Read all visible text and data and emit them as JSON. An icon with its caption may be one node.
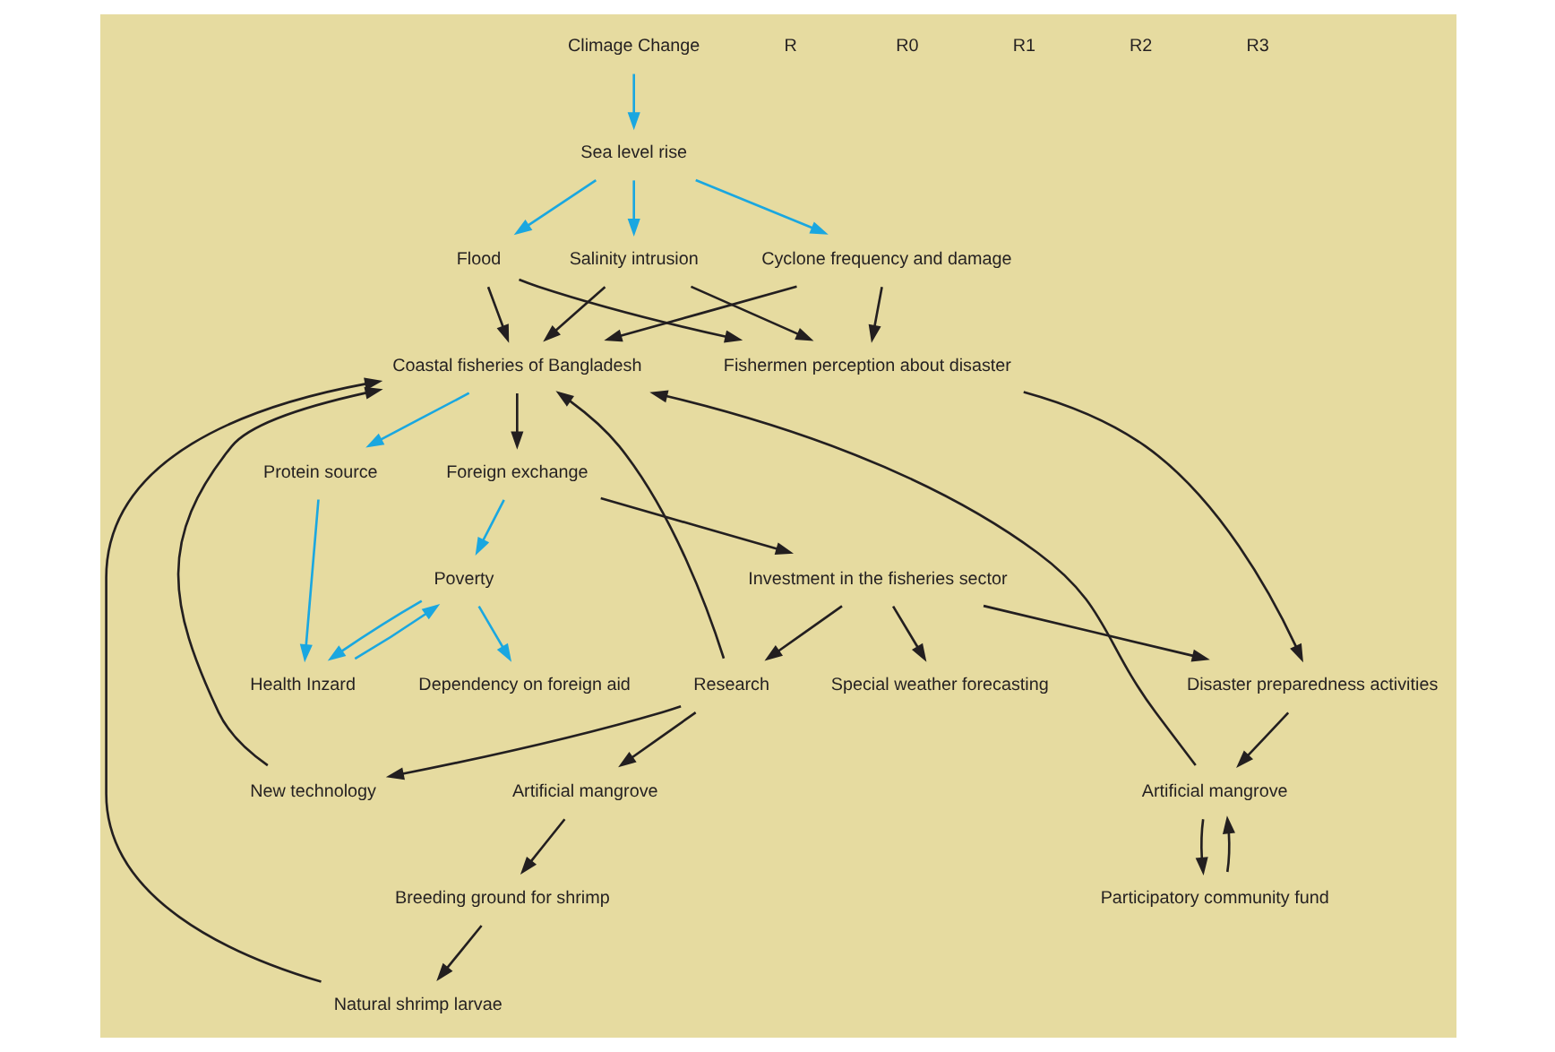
{
  "diagram": {
    "nodes": [
      {
        "text": [
          "Dependency on foreign aid"
        ]
      },
      {
        "text": [
          "Poverty"
        ]
      },
      {
        "text": [
          "Health Inzard"
        ]
      },
      {
        "text": [
          "Foreign exchange"
        ]
      },
      {
        "text": [
          "Protein source"
        ]
      },
      {
        "text": [
          "Climage Change"
        ]
      },
      {
        "text": [
          "Sea level rise"
        ]
      },
      {
        "text": [
          "Cyclone frequency and damage"
        ]
      },
      {
        "text": [
          "Flood"
        ]
      },
      {
        "text": [
          "Salinity intrusion"
        ]
      },
      {
        "text": [
          "Coastal fisheries of Bangladesh"
        ]
      },
      {
        "text": [
          "Natural shrimp larvae"
        ]
      },
      {
        "text": [
          "Participatory community fund"
        ]
      },
      {
        "text": [
          "New technology"
        ]
      },
      {
        "text": [
          "Breeding ground for shrimp"
        ]
      },
      {
        "text": [
          "Investment in the fisheries sector"
        ]
      },
      {
        "text": [
          "Artificial mangrove"
        ]
      },
      {
        "text": [
          "Artificial mangrove"
        ]
      },
      {
        "text": [
          "Fishermen perception about disaster"
        ]
      },
      {
        "text": [
          "Research"
        ]
      },
      {
        "text": [
          "Special weather forecasting"
        ]
      },
      {
        "text": [
          "Disaster preparedness activities"
        ]
      }
    ],
    "edges": [
      {
        "from": 1,
        "to": 0,
        "arrow": "to",
        "color": "#1aa7e0"
      },
      {
        "from": 1,
        "to": 2,
        "arrow": "to",
        "color": "#1aa7e0"
      },
      {
        "from": 2,
        "to": 1,
        "arrow": "to",
        "color": "#1aa7e0"
      },
      {
        "from": 3,
        "to": 1,
        "arrow": "to",
        "color": "#1aa7e0"
      },
      {
        "from": 4,
        "to": 2,
        "arrow": "to",
        "color": "#1aa7e0"
      },
      {
        "from": 10,
        "to": 4,
        "arrow": "to",
        "color": "#1aa7e0"
      },
      {
        "from": 5,
        "to": 6,
        "arrow": "to",
        "color": "#1aa7e0"
      },
      {
        "from": 6,
        "to": 7,
        "arrow": "to",
        "color": "#1aa7e0"
      },
      {
        "from": 6,
        "to": 8,
        "arrow": "to",
        "color": "#1aa7e0"
      },
      {
        "from": 6,
        "to": 9,
        "arrow": "to",
        "color": "#1aa7e0"
      },
      {
        "from": 10,
        "to": 3,
        "arrow": "to"
      },
      {
        "from": 3,
        "to": 15,
        "arrow": "to"
      },
      {
        "from": 7,
        "to": 10,
        "arrow": "to"
      },
      {
        "from": 8,
        "to": 10,
        "arrow": "to"
      },
      {
        "from": 9,
        "to": 10,
        "arrow": "to"
      },
      {
        "from": 7,
        "to": 18,
        "arrow": "to"
      },
      {
        "from": 8,
        "to": 18,
        "arrow": "to"
      },
      {
        "from": 9,
        "to": 18,
        "arrow": "to"
      },
      {
        "from": 18,
        "to": 21,
        "arrow": "to"
      },
      {
        "from": 21,
        "to": 17,
        "arrow": "to"
      },
      {
        "from": 17,
        "to": 10,
        "arrow": "to"
      },
      {
        "from": 12,
        "to": 17,
        "arrow": "to"
      },
      {
        "from": 17,
        "to": 12,
        "arrow": "to"
      },
      {
        "from": 11,
        "to": 10,
        "arrow": "to"
      },
      {
        "from": 13,
        "to": 10,
        "arrow": "to"
      },
      {
        "from": 19,
        "to": 10,
        "arrow": "to"
      },
      {
        "from": 14,
        "to": 11,
        "arrow": "to"
      },
      {
        "from": 16,
        "to": 14,
        "arrow": "to"
      },
      {
        "from": 19,
        "to": 13,
        "arrow": "to"
      },
      {
        "from": 19,
        "to": 16,
        "arrow": "to"
      },
      {
        "from": 15,
        "to": 19,
        "arrow": "to"
      },
      {
        "from": 15,
        "to": 20,
        "arrow": "to"
      },
      {
        "from": 15,
        "to": 21,
        "arrow": "to"
      }
    ],
    "labels": [
      "R",
      "R0",
      "R1",
      "R2",
      "R3"
    ]
  }
}
